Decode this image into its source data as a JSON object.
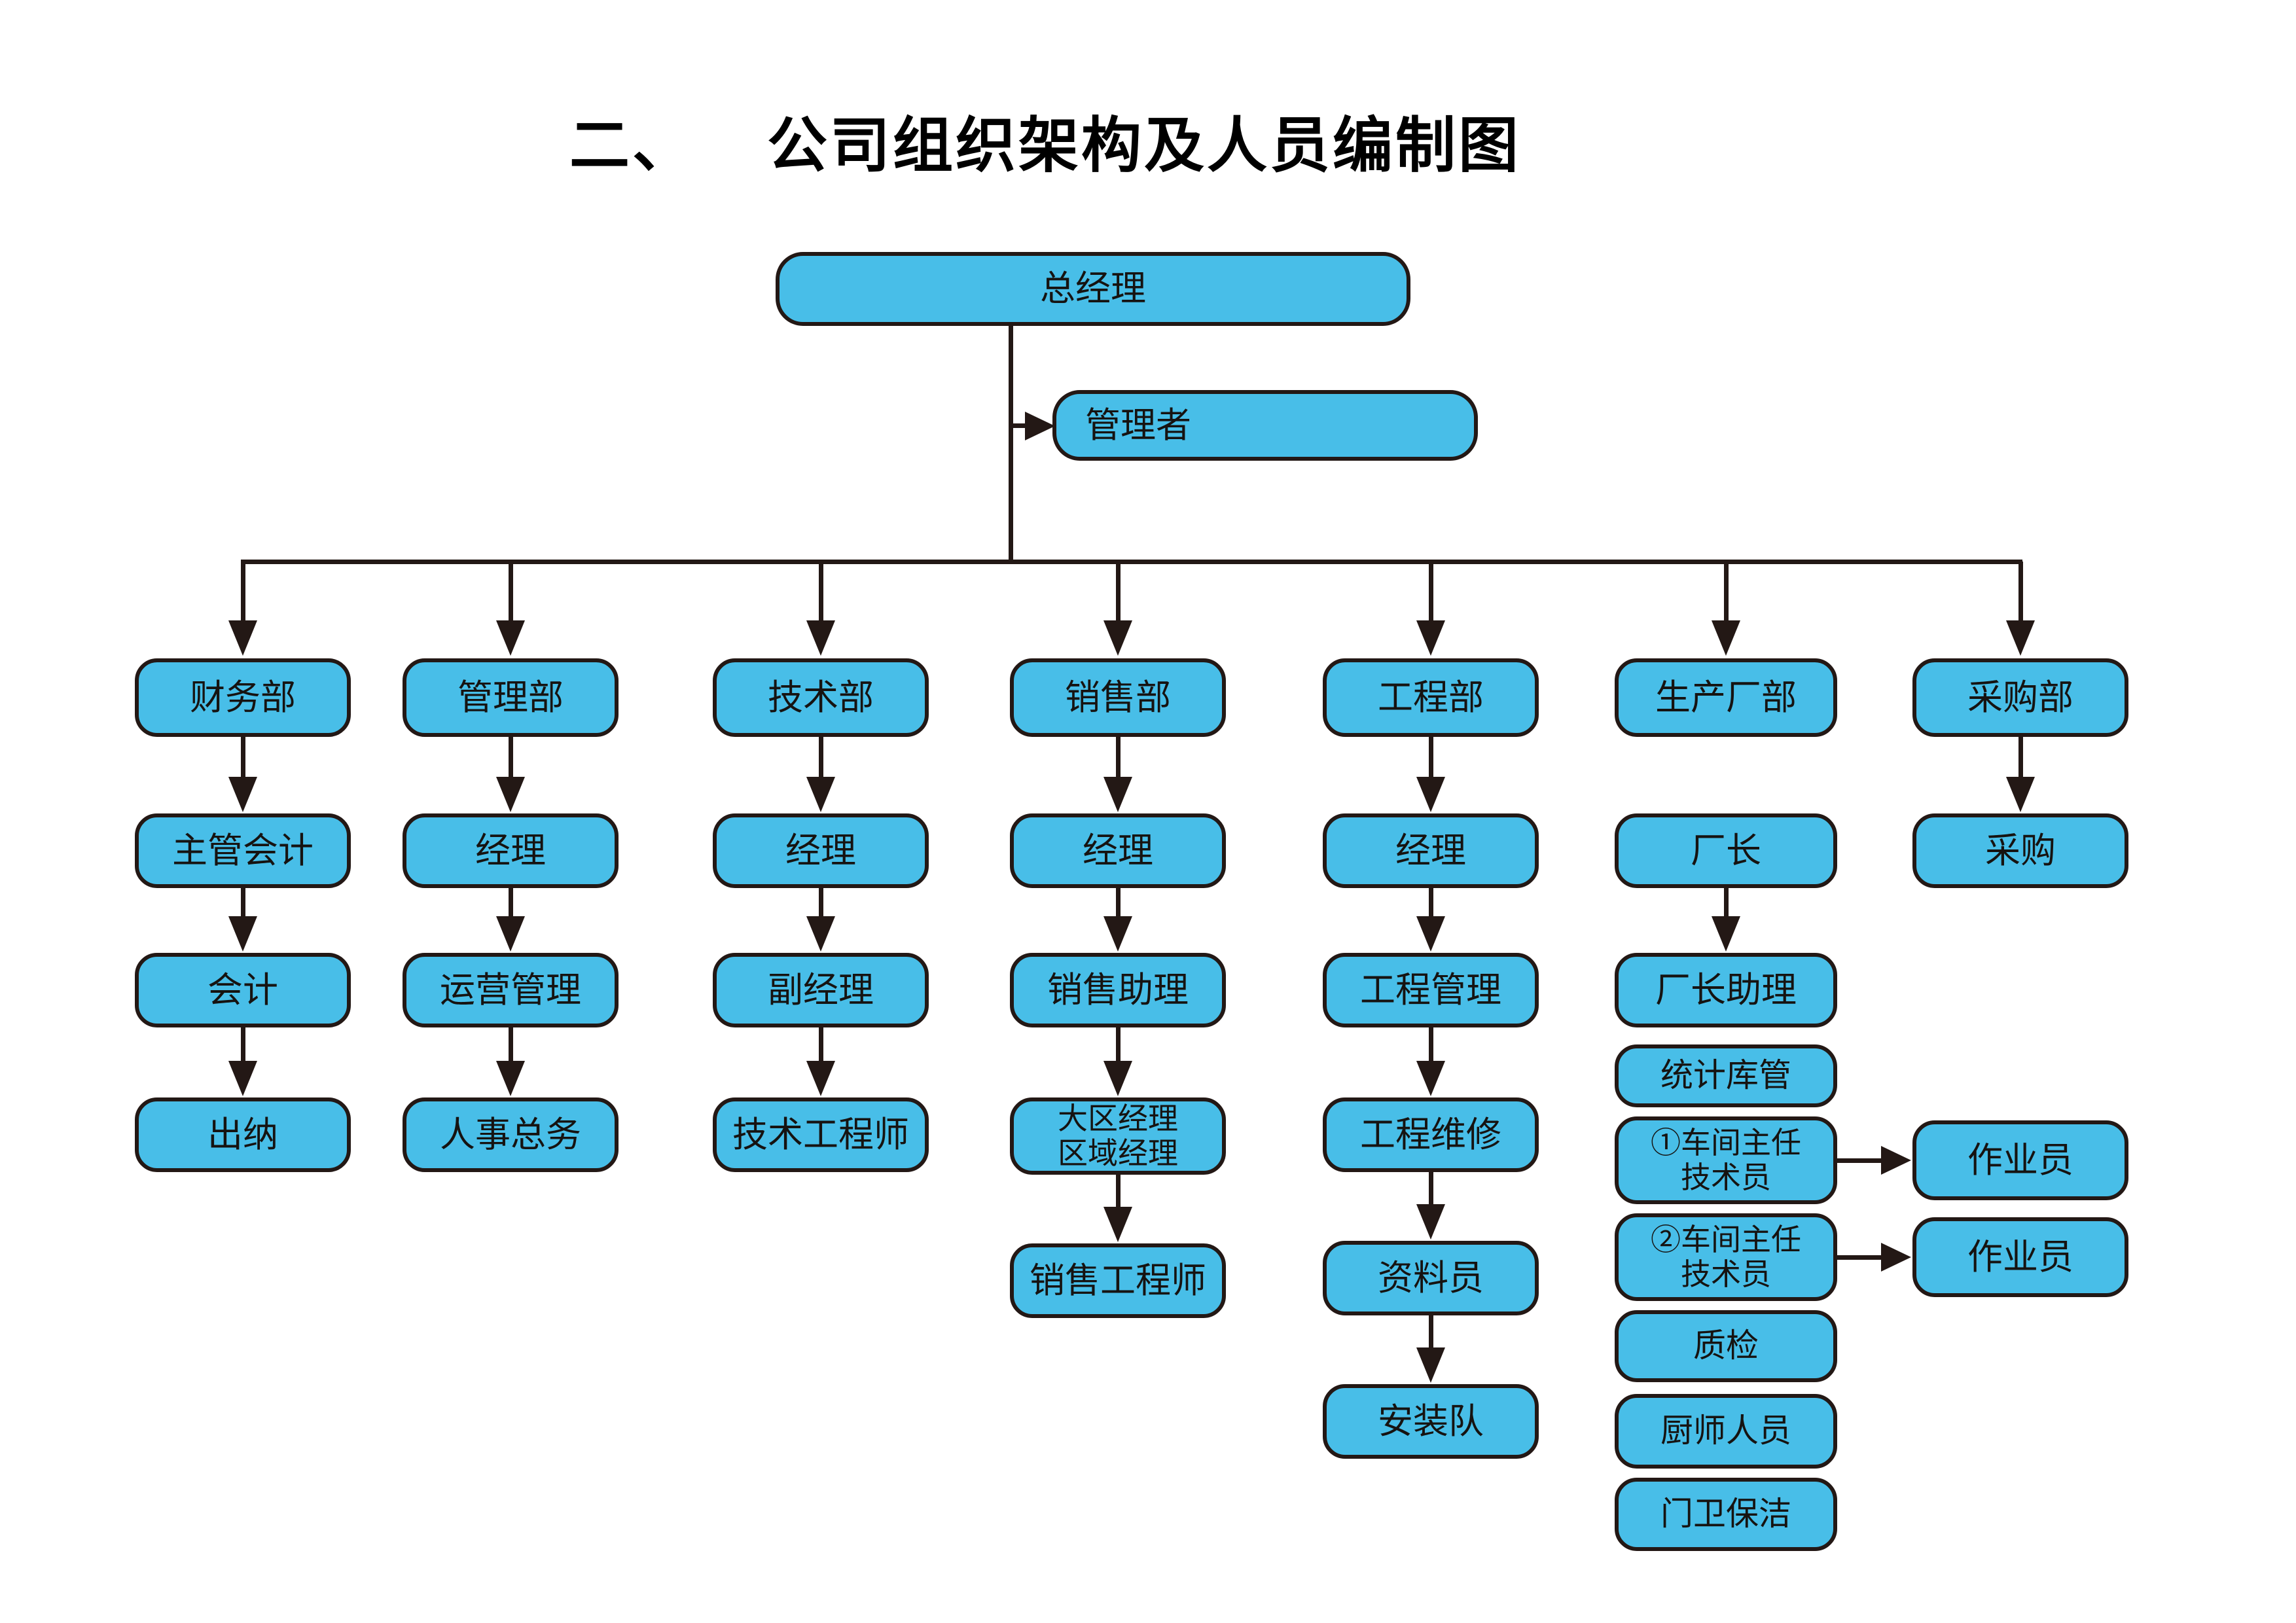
{
  "title": {
    "prefix": "二、",
    "main": "公司组织架构及人员编制图"
  },
  "colors": {
    "box_fill": "#48BEE8",
    "box_border": "#231815",
    "line": "#231815",
    "text": "#161311",
    "background": "#ffffff"
  },
  "root": {
    "label": "总经理"
  },
  "manager": {
    "label": "管理者"
  },
  "columns": [
    {
      "department": "财务部",
      "chain": [
        "主管会计",
        "会计",
        "出纳"
      ]
    },
    {
      "department": "管理部",
      "chain": [
        "经理",
        "运营管理",
        "人事总务"
      ]
    },
    {
      "department": "技术部",
      "chain": [
        "经理",
        "副经理",
        "技术工程师"
      ]
    },
    {
      "department": "销售部",
      "chain": [
        "经理",
        "销售助理",
        {
          "line1": "大区经理",
          "line2": "区域经理"
        },
        "销售工程师"
      ]
    },
    {
      "department": "工程部",
      "chain": [
        "经理",
        "工程管理",
        "工程维修",
        "资料员",
        "安装队"
      ]
    },
    {
      "department": "生产厂部",
      "chain": [
        "厂长",
        "厂长助理",
        "统计库管",
        {
          "line1": "①车间主任",
          "line2": "技术员"
        },
        {
          "line1": "②车间主任",
          "line2": "技术员"
        },
        "质检",
        "厨师人员",
        "门卫保洁"
      ]
    },
    {
      "department": "采购部",
      "chain": [
        "采购"
      ]
    }
  ],
  "operators": [
    "作业员",
    "作业员"
  ]
}
